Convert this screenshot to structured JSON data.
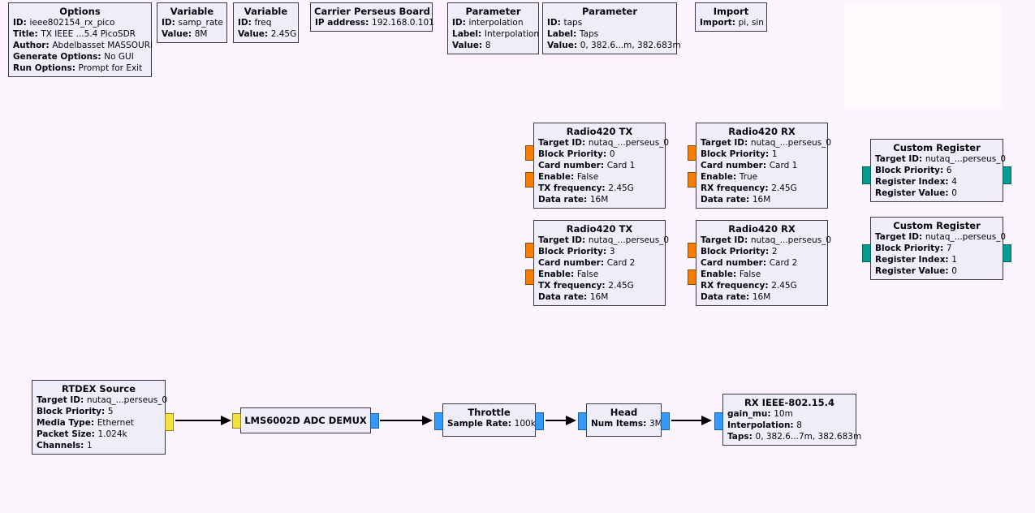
{
  "app": {
    "name": "GNU Radio Companion flowgraph canvas"
  },
  "colors": {
    "canvas_bg": "#fcf4fd",
    "block_fill": "#f0edfa",
    "block_border": "#3a3a46",
    "port_orange": "#f57d00",
    "port_yellow": "#f5e03d",
    "port_blue": "#3399ff",
    "port_teal": "#009e93",
    "wire": "#000000"
  },
  "blocks": {
    "options": {
      "title": "Options",
      "params": [
        [
          "ID",
          "ieee802154_rx_pico"
        ],
        [
          "Title",
          "TX IEEE ...5.4 PicoSDR"
        ],
        [
          "Author",
          "Abdelbasset MASSOURI"
        ],
        [
          "Generate Options",
          "No GUI"
        ],
        [
          "Run Options",
          "Prompt for Exit"
        ]
      ]
    },
    "variable_samp_rate": {
      "title": "Variable",
      "params": [
        [
          "ID",
          "samp_rate"
        ],
        [
          "Value",
          "8M"
        ]
      ]
    },
    "variable_freq": {
      "title": "Variable",
      "params": [
        [
          "ID",
          "freq"
        ],
        [
          "Value",
          "2.45G"
        ]
      ]
    },
    "carrier_perseus": {
      "title": "Carrier Perseus Board",
      "params": [
        [
          "IP address",
          "192.168.0.101"
        ]
      ]
    },
    "parameter_interpolation": {
      "title": "Parameter",
      "params": [
        [
          "ID",
          "interpolation"
        ],
        [
          "Label",
          "Interpolation"
        ],
        [
          "Value",
          "8"
        ]
      ]
    },
    "parameter_taps": {
      "title": "Parameter",
      "params": [
        [
          "ID",
          "taps"
        ],
        [
          "Label",
          "Taps"
        ],
        [
          "Value",
          "0, 382.6...m, 382.683m"
        ]
      ]
    },
    "import_block": {
      "title": "Import",
      "params": [
        [
          "Import",
          "pi, sin"
        ]
      ]
    },
    "radio420_tx_card1": {
      "title": "Radio420 TX",
      "params": [
        [
          "Target ID",
          "nutaq_...perseus_0"
        ],
        [
          "Block Priority",
          "0"
        ],
        [
          "Card number",
          "Card 1"
        ],
        [
          "Enable",
          "False"
        ],
        [
          "TX frequency",
          "2.45G"
        ],
        [
          "Data rate",
          "16M"
        ]
      ]
    },
    "radio420_rx_card1": {
      "title": "Radio420 RX",
      "params": [
        [
          "Target ID",
          "nutaq_...perseus_0"
        ],
        [
          "Block Priority",
          "1"
        ],
        [
          "Card number",
          "Card 1"
        ],
        [
          "Enable",
          "True"
        ],
        [
          "RX frequency",
          "2.45G"
        ],
        [
          "Data rate",
          "16M"
        ]
      ]
    },
    "custom_register_1": {
      "title": "Custom Register",
      "params": [
        [
          "Target ID",
          "nutaq_...perseus_0"
        ],
        [
          "Block Priority",
          "6"
        ],
        [
          "Register Index",
          "4"
        ],
        [
          "Register Value",
          "0"
        ]
      ]
    },
    "radio420_tx_card2": {
      "title": "Radio420 TX",
      "params": [
        [
          "Target ID",
          "nutaq_...perseus_0"
        ],
        [
          "Block Priority",
          "3"
        ],
        [
          "Card number",
          "Card 2"
        ],
        [
          "Enable",
          "False"
        ],
        [
          "TX frequency",
          "2.45G"
        ],
        [
          "Data rate",
          "16M"
        ]
      ]
    },
    "radio420_rx_card2": {
      "title": "Radio420 RX",
      "params": [
        [
          "Target ID",
          "nutaq_...perseus_0"
        ],
        [
          "Block Priority",
          "2"
        ],
        [
          "Card number",
          "Card 2"
        ],
        [
          "Enable",
          "False"
        ],
        [
          "RX frequency",
          "2.45G"
        ],
        [
          "Data rate",
          "16M"
        ]
      ]
    },
    "custom_register_2": {
      "title": "Custom Register",
      "params": [
        [
          "Target ID",
          "nutaq_...perseus_0"
        ],
        [
          "Block Priority",
          "7"
        ],
        [
          "Register Index",
          "1"
        ],
        [
          "Register Value",
          "0"
        ]
      ]
    },
    "rtdex_source": {
      "title": "RTDEX Source",
      "params": [
        [
          "Target ID",
          "nutaq_...perseus_0"
        ],
        [
          "Block Priority",
          "5"
        ],
        [
          "Media Type",
          "Ethernet"
        ],
        [
          "Packet Size",
          "1.024k"
        ],
        [
          "Channels",
          "1"
        ]
      ]
    },
    "lms6002d_adc_demux": {
      "title": "LMS6002D ADC DEMUX",
      "params": []
    },
    "throttle": {
      "title": "Throttle",
      "params": [
        [
          "Sample Rate",
          "100k"
        ]
      ]
    },
    "head": {
      "title": "Head",
      "params": [
        [
          "Num Items",
          "3M"
        ]
      ]
    },
    "rx_ieee_802154": {
      "title": "RX IEEE-802.15.4",
      "params": [
        [
          "gain_mu",
          "10m"
        ],
        [
          "Interpolation",
          "8"
        ],
        [
          "Taps",
          "0, 382.6...7m, 382.683m"
        ]
      ]
    }
  }
}
